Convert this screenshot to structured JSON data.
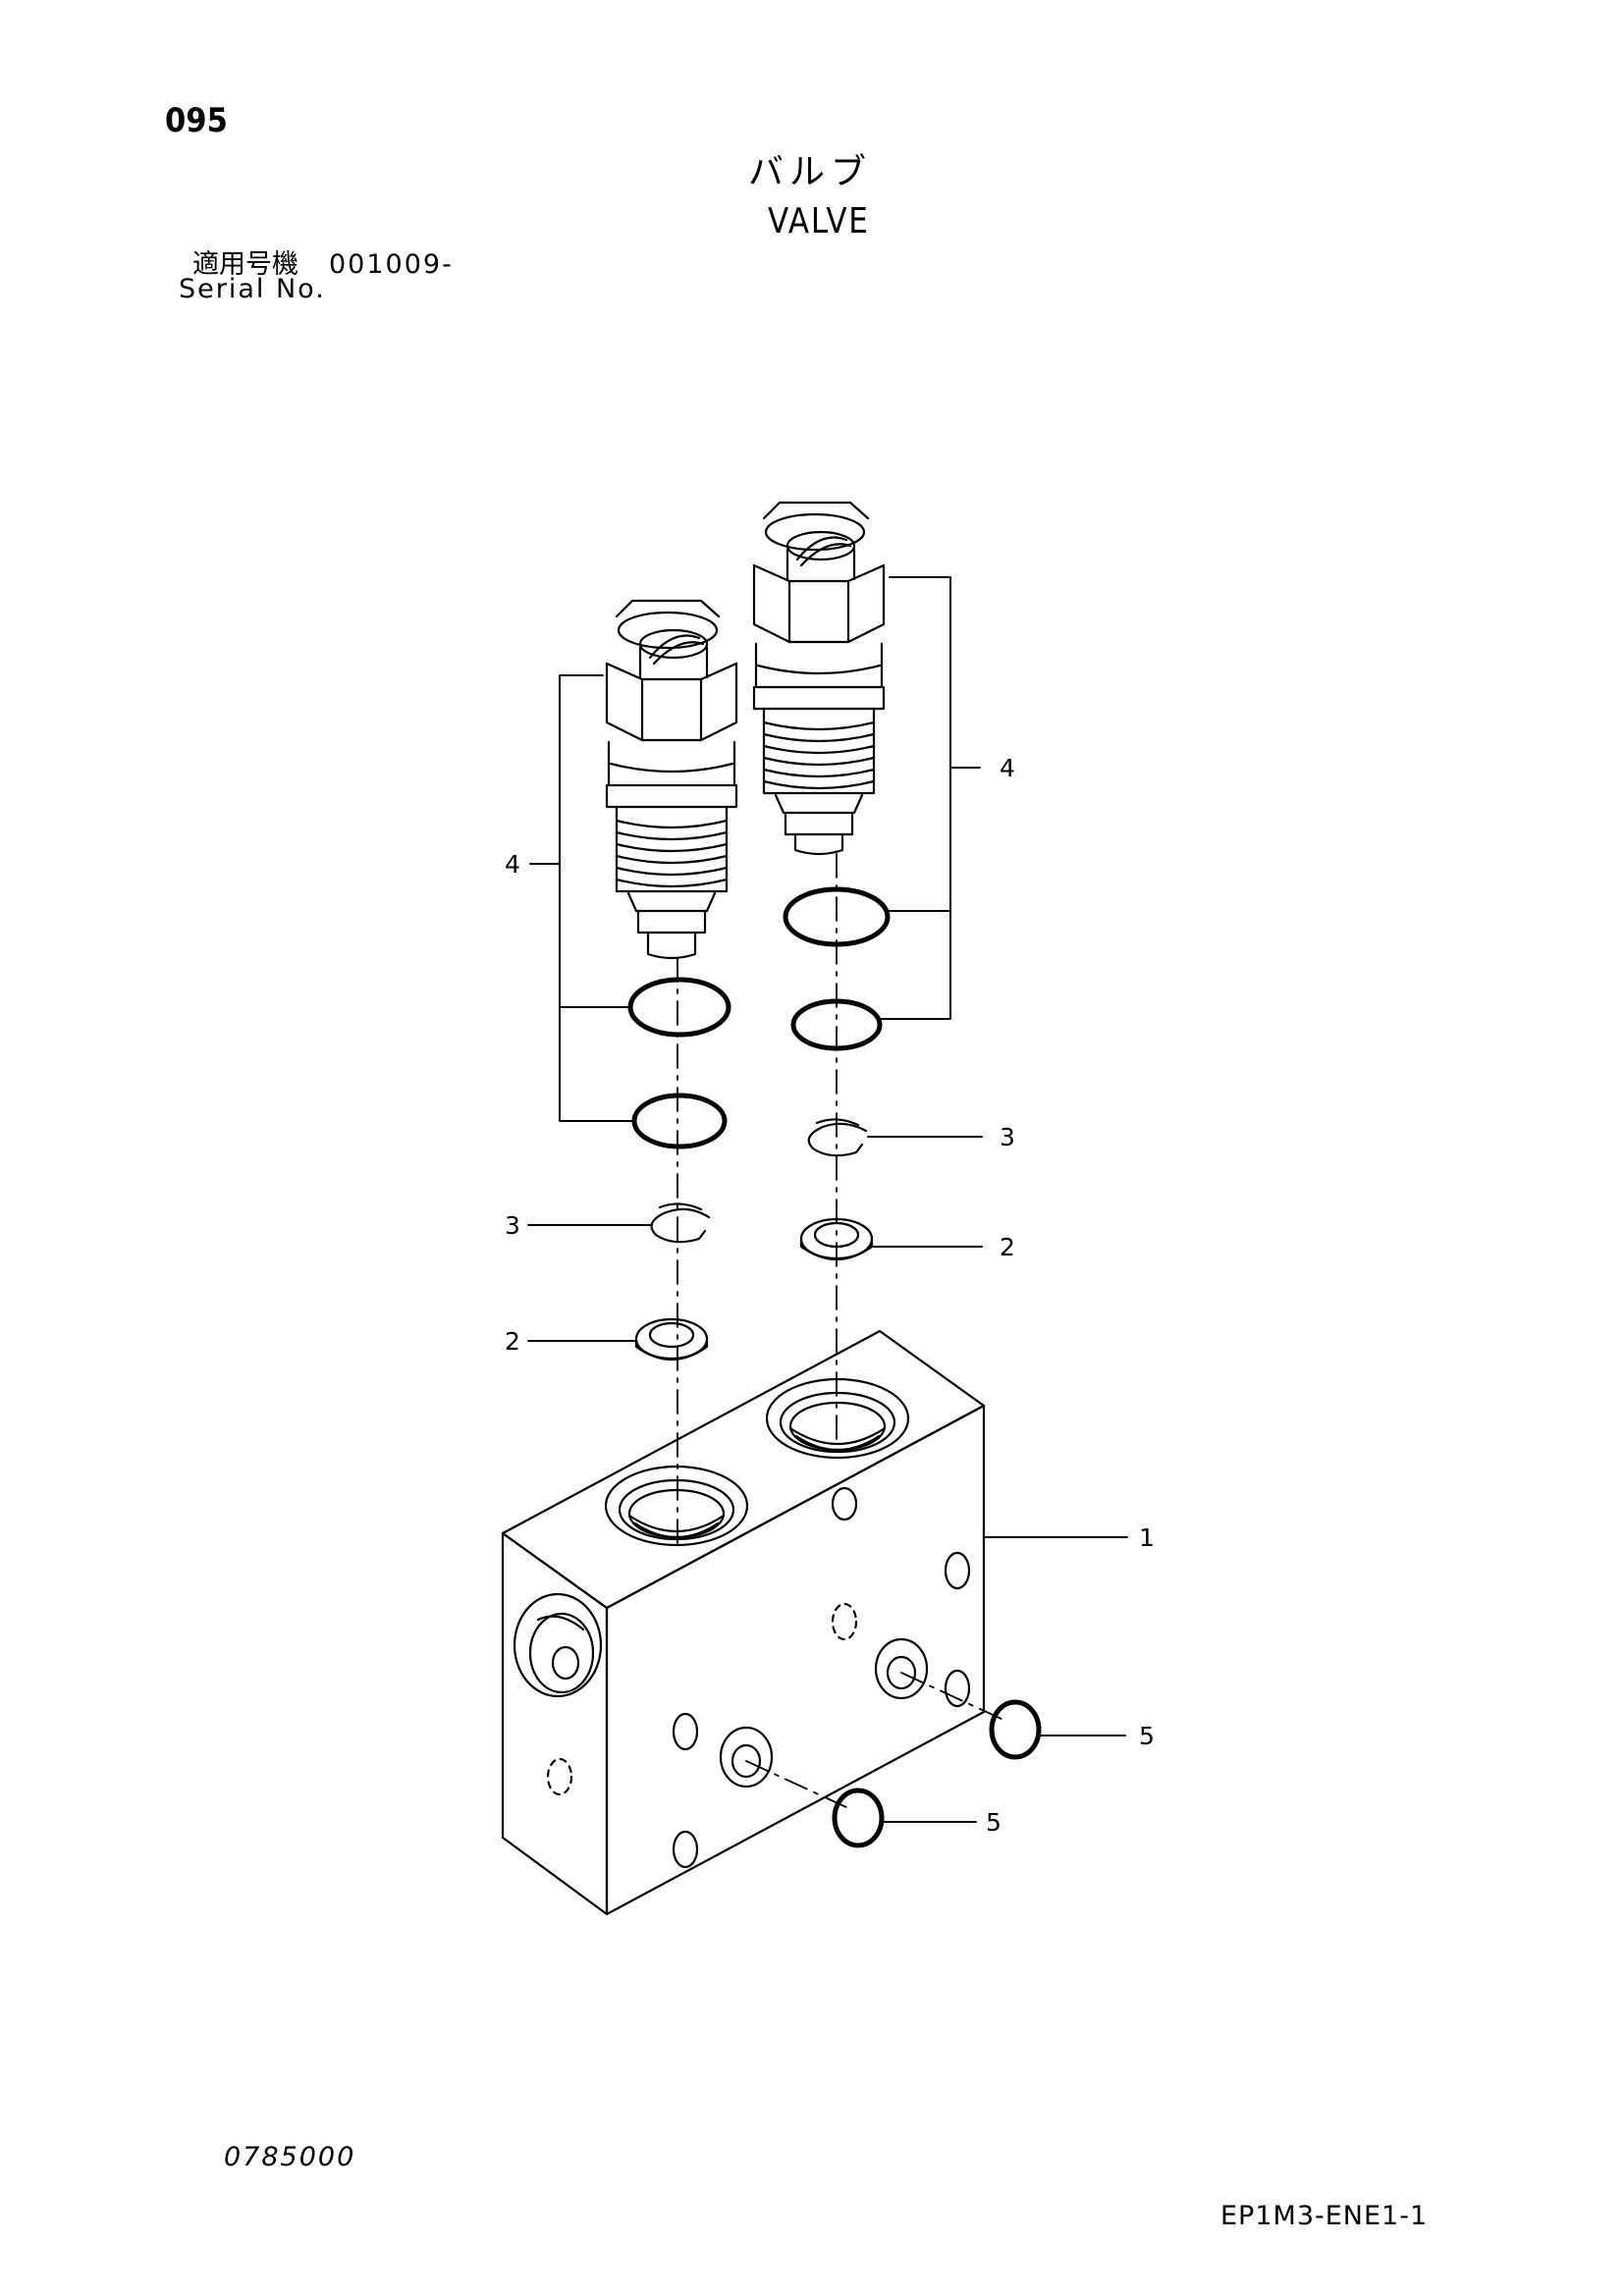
{
  "header": {
    "page_number": "095",
    "title_jp": "バルブ",
    "title_en": "VALVE",
    "serial_label_jp": "適用号機",
    "serial_value": "001009-",
    "serial_label_en": "Serial No."
  },
  "callouts": {
    "valve_body": "1",
    "ring_right": "2",
    "ring_left": "2",
    "snap_right": "3",
    "snap_left": "3",
    "cartridge_right": "4",
    "cartridge_left": "4",
    "oring_right": "5",
    "oring_lower": "5"
  },
  "footer": {
    "drawing_number": "0785000",
    "catalog_code": "EP1M3-ENE1-1"
  }
}
